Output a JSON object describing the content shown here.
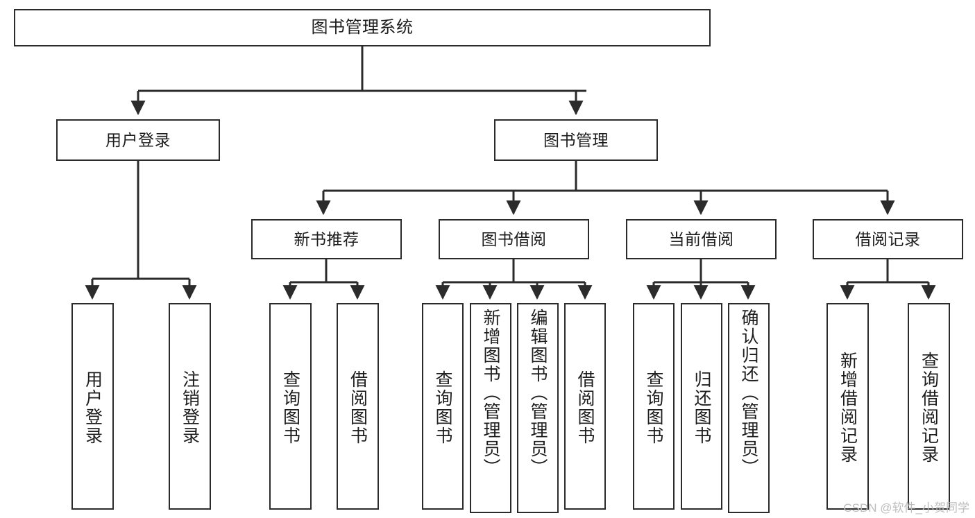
{
  "diagram": {
    "type": "tree",
    "title": "图书管理系统",
    "watermark": "CSDN @软件_小贺同学",
    "colors": {
      "box_border": "#2b2b2b",
      "box_fill": "#ffffff",
      "connector": "#2b2b2b",
      "text": "#1d1d1d",
      "watermark": "#bdbdbd"
    },
    "levels": {
      "root": {
        "label": "图书管理系统"
      },
      "level2": [
        {
          "id": "user-login",
          "label": "用户登录"
        },
        {
          "id": "book-manage",
          "label": "图书管理"
        }
      ],
      "level3": [
        {
          "id": "new-book-rec",
          "label": "新书推荐",
          "parent": "book-manage"
        },
        {
          "id": "book-borrow",
          "label": "图书借阅",
          "parent": "book-manage"
        },
        {
          "id": "current-borrow",
          "label": "当前借阅",
          "parent": "book-manage"
        },
        {
          "id": "borrow-record",
          "label": "借阅记录",
          "parent": "book-manage"
        }
      ],
      "leaves": [
        {
          "id": "leaf-1",
          "label": "用户登录",
          "parent": "user-login"
        },
        {
          "id": "leaf-2",
          "label": "注销登录",
          "parent": "user-login"
        },
        {
          "id": "leaf-3",
          "label": "查询图书",
          "parent": "new-book-rec"
        },
        {
          "id": "leaf-4",
          "label": "借阅图书",
          "parent": "new-book-rec"
        },
        {
          "id": "leaf-5",
          "label": "查询图书",
          "parent": "book-borrow"
        },
        {
          "id": "leaf-6",
          "label": "新增图书（管理员）",
          "parent": "book-borrow"
        },
        {
          "id": "leaf-7",
          "label": "编辑图书（管理员）",
          "parent": "book-borrow"
        },
        {
          "id": "leaf-8",
          "label": "借阅图书",
          "parent": "book-borrow"
        },
        {
          "id": "leaf-9",
          "label": "查询图书",
          "parent": "current-borrow"
        },
        {
          "id": "leaf-10",
          "label": "归还图书",
          "parent": "current-borrow"
        },
        {
          "id": "leaf-11",
          "label": "确认归还（管理员）",
          "parent": "current-borrow"
        },
        {
          "id": "leaf-12",
          "label": "新增借阅记录",
          "parent": "borrow-record"
        },
        {
          "id": "leaf-13",
          "label": "查询借阅记录",
          "parent": "borrow-record"
        }
      ]
    }
  }
}
